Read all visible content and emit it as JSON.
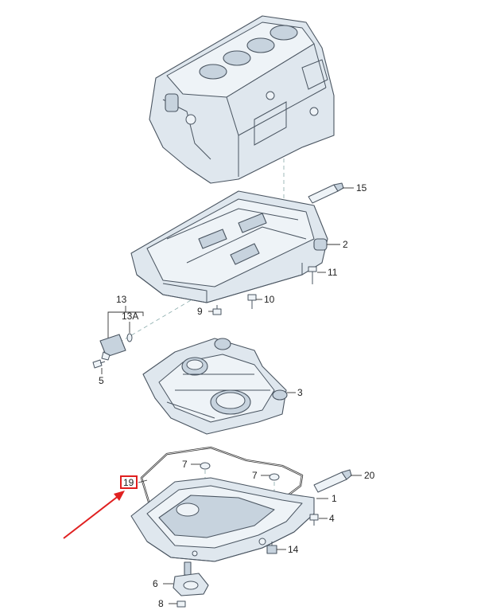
{
  "labels": {
    "p15": "15",
    "p2": "2",
    "p11": "11",
    "p10": "10",
    "p9": "9",
    "p13": "13",
    "p13A": "13A",
    "p5": "5",
    "p3": "3",
    "p7a": "7",
    "p7b": "7",
    "p20": "20",
    "p19": "19",
    "p1": "1",
    "p4": "4",
    "p14": "14",
    "p6": "6",
    "p8": "8"
  },
  "colors": {
    "highlight": "#e02020",
    "part_fill": "#dfe7ee",
    "part_stroke": "#4a5561"
  }
}
